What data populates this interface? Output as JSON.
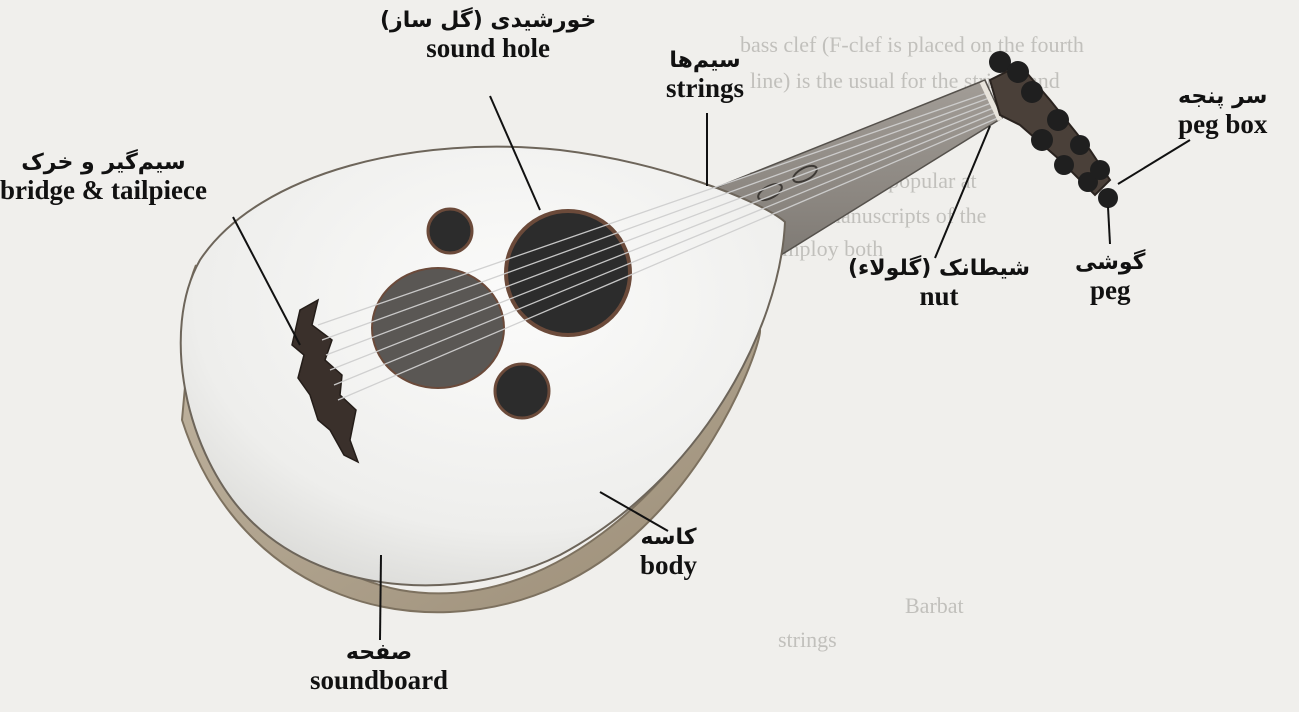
{
  "labels": {
    "sound_hole": {
      "fa": "خورشیدی (گل ساز)",
      "en": "sound hole"
    },
    "strings": {
      "fa": "سیم‌ها",
      "en": "strings"
    },
    "peg_box": {
      "fa": "سر پنجه",
      "en": "peg box"
    },
    "bridge": {
      "fa": "سیم‌گیر و خرک",
      "en": "bridge & tailpiece"
    },
    "nut": {
      "fa": "شیطانک (گلولاء)",
      "en": "nut"
    },
    "peg": {
      "fa": "گوشی",
      "en": "peg"
    },
    "body": {
      "fa": "کاسه",
      "en": "body"
    },
    "soundboard": {
      "fa": "صفحه",
      "en": "soundboard"
    }
  },
  "bleed_through": {
    "line1": "bass clef (F-clef is placed on the fourth",
    "line2": "line) is the usual for the strings and",
    "line3": "by far the most popular at",
    "line4": "musical manuscripts of the",
    "line5": "to employ both",
    "line6": "Barbat",
    "line7": "strings"
  }
}
